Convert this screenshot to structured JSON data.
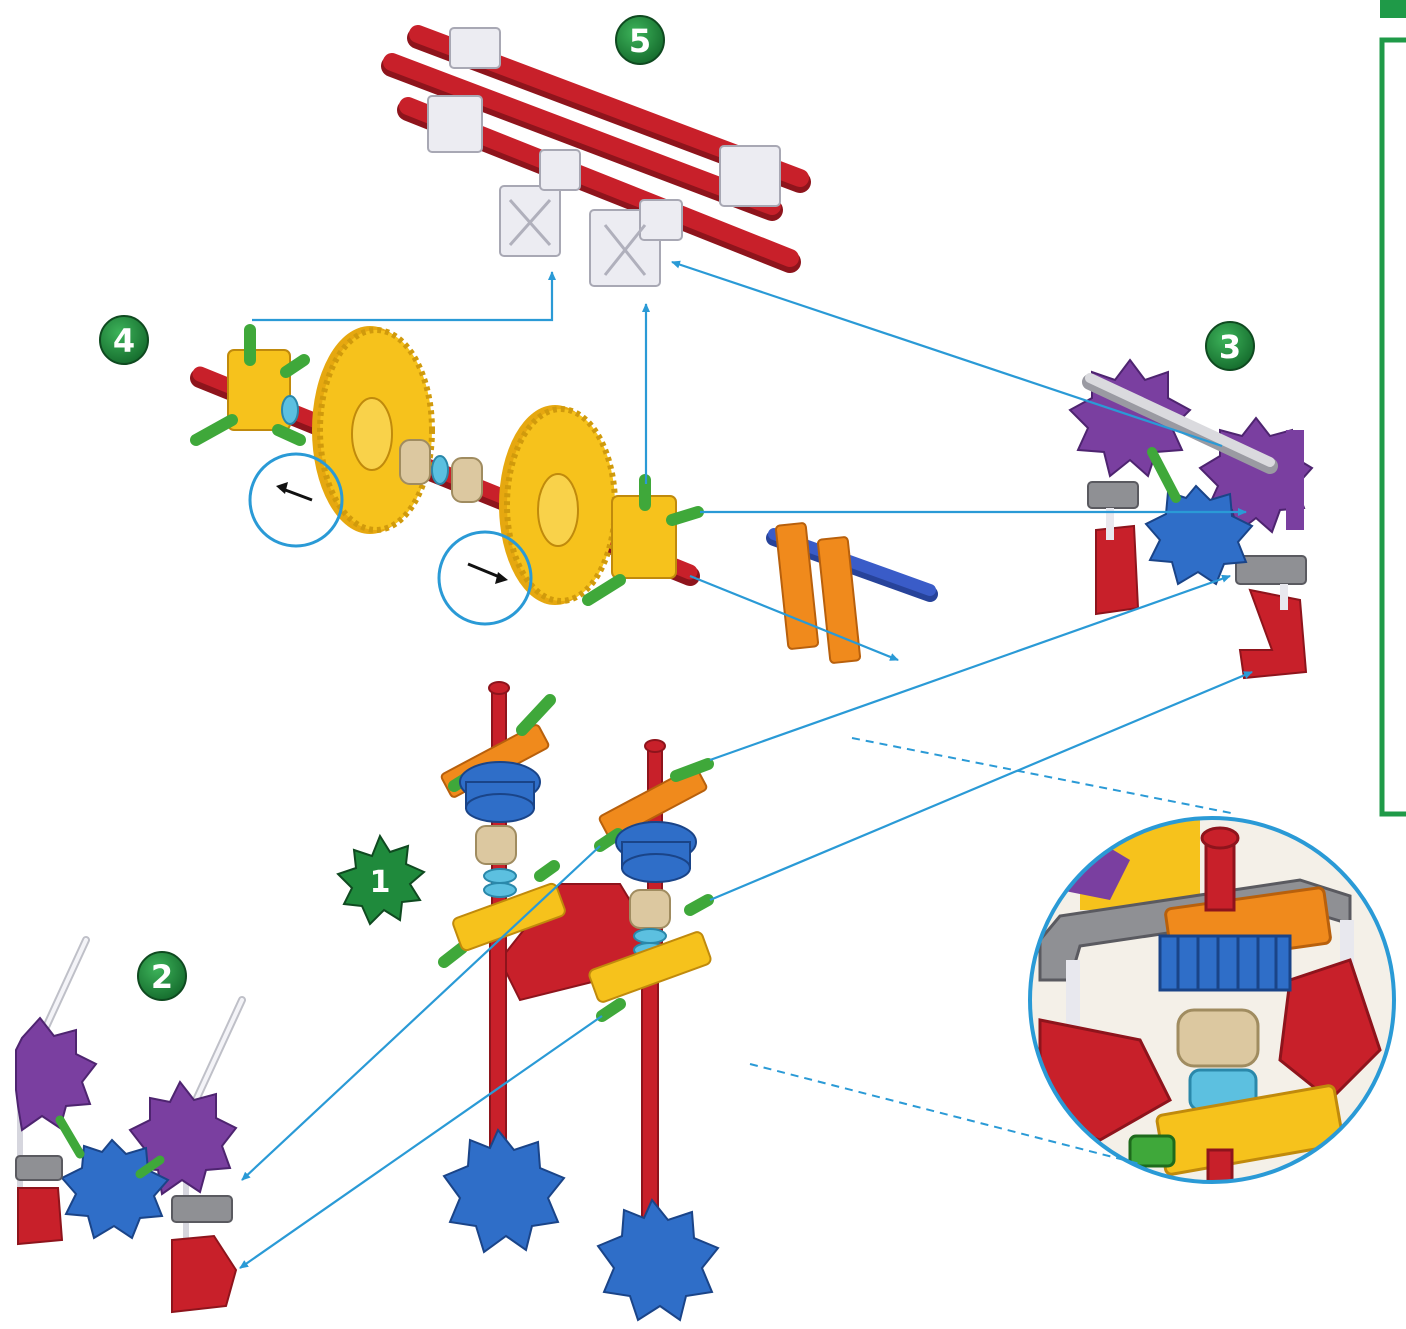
{
  "steps": {
    "step1": "1",
    "step2": "2",
    "step3": "3",
    "step4": "4",
    "step5": "5"
  },
  "colors": {
    "step_badge": "#1f8a3c",
    "step_badge_dark": "#145c28",
    "arrow": "#2a9ad6",
    "panel_border": "#1f9a48",
    "rod_red": "#c8202a",
    "connector_white": "#e8e8ee",
    "gear_yellow": "#f6c21c",
    "gear_blue": "#2f6ec8",
    "gear_purple": "#7a3fa0",
    "connector_orange": "#f08a1c",
    "connector_green": "#3fa83a",
    "rod_blue": "#3a5cc8",
    "connector_gray": "#8f9094",
    "bushing_tan": "#dcc8a0",
    "spacer_cyan": "#5cc0e0"
  },
  "icons": {
    "rotation_arrow_left": "arrow-left-icon",
    "rotation_arrow_right": "arrow-right-icon"
  }
}
